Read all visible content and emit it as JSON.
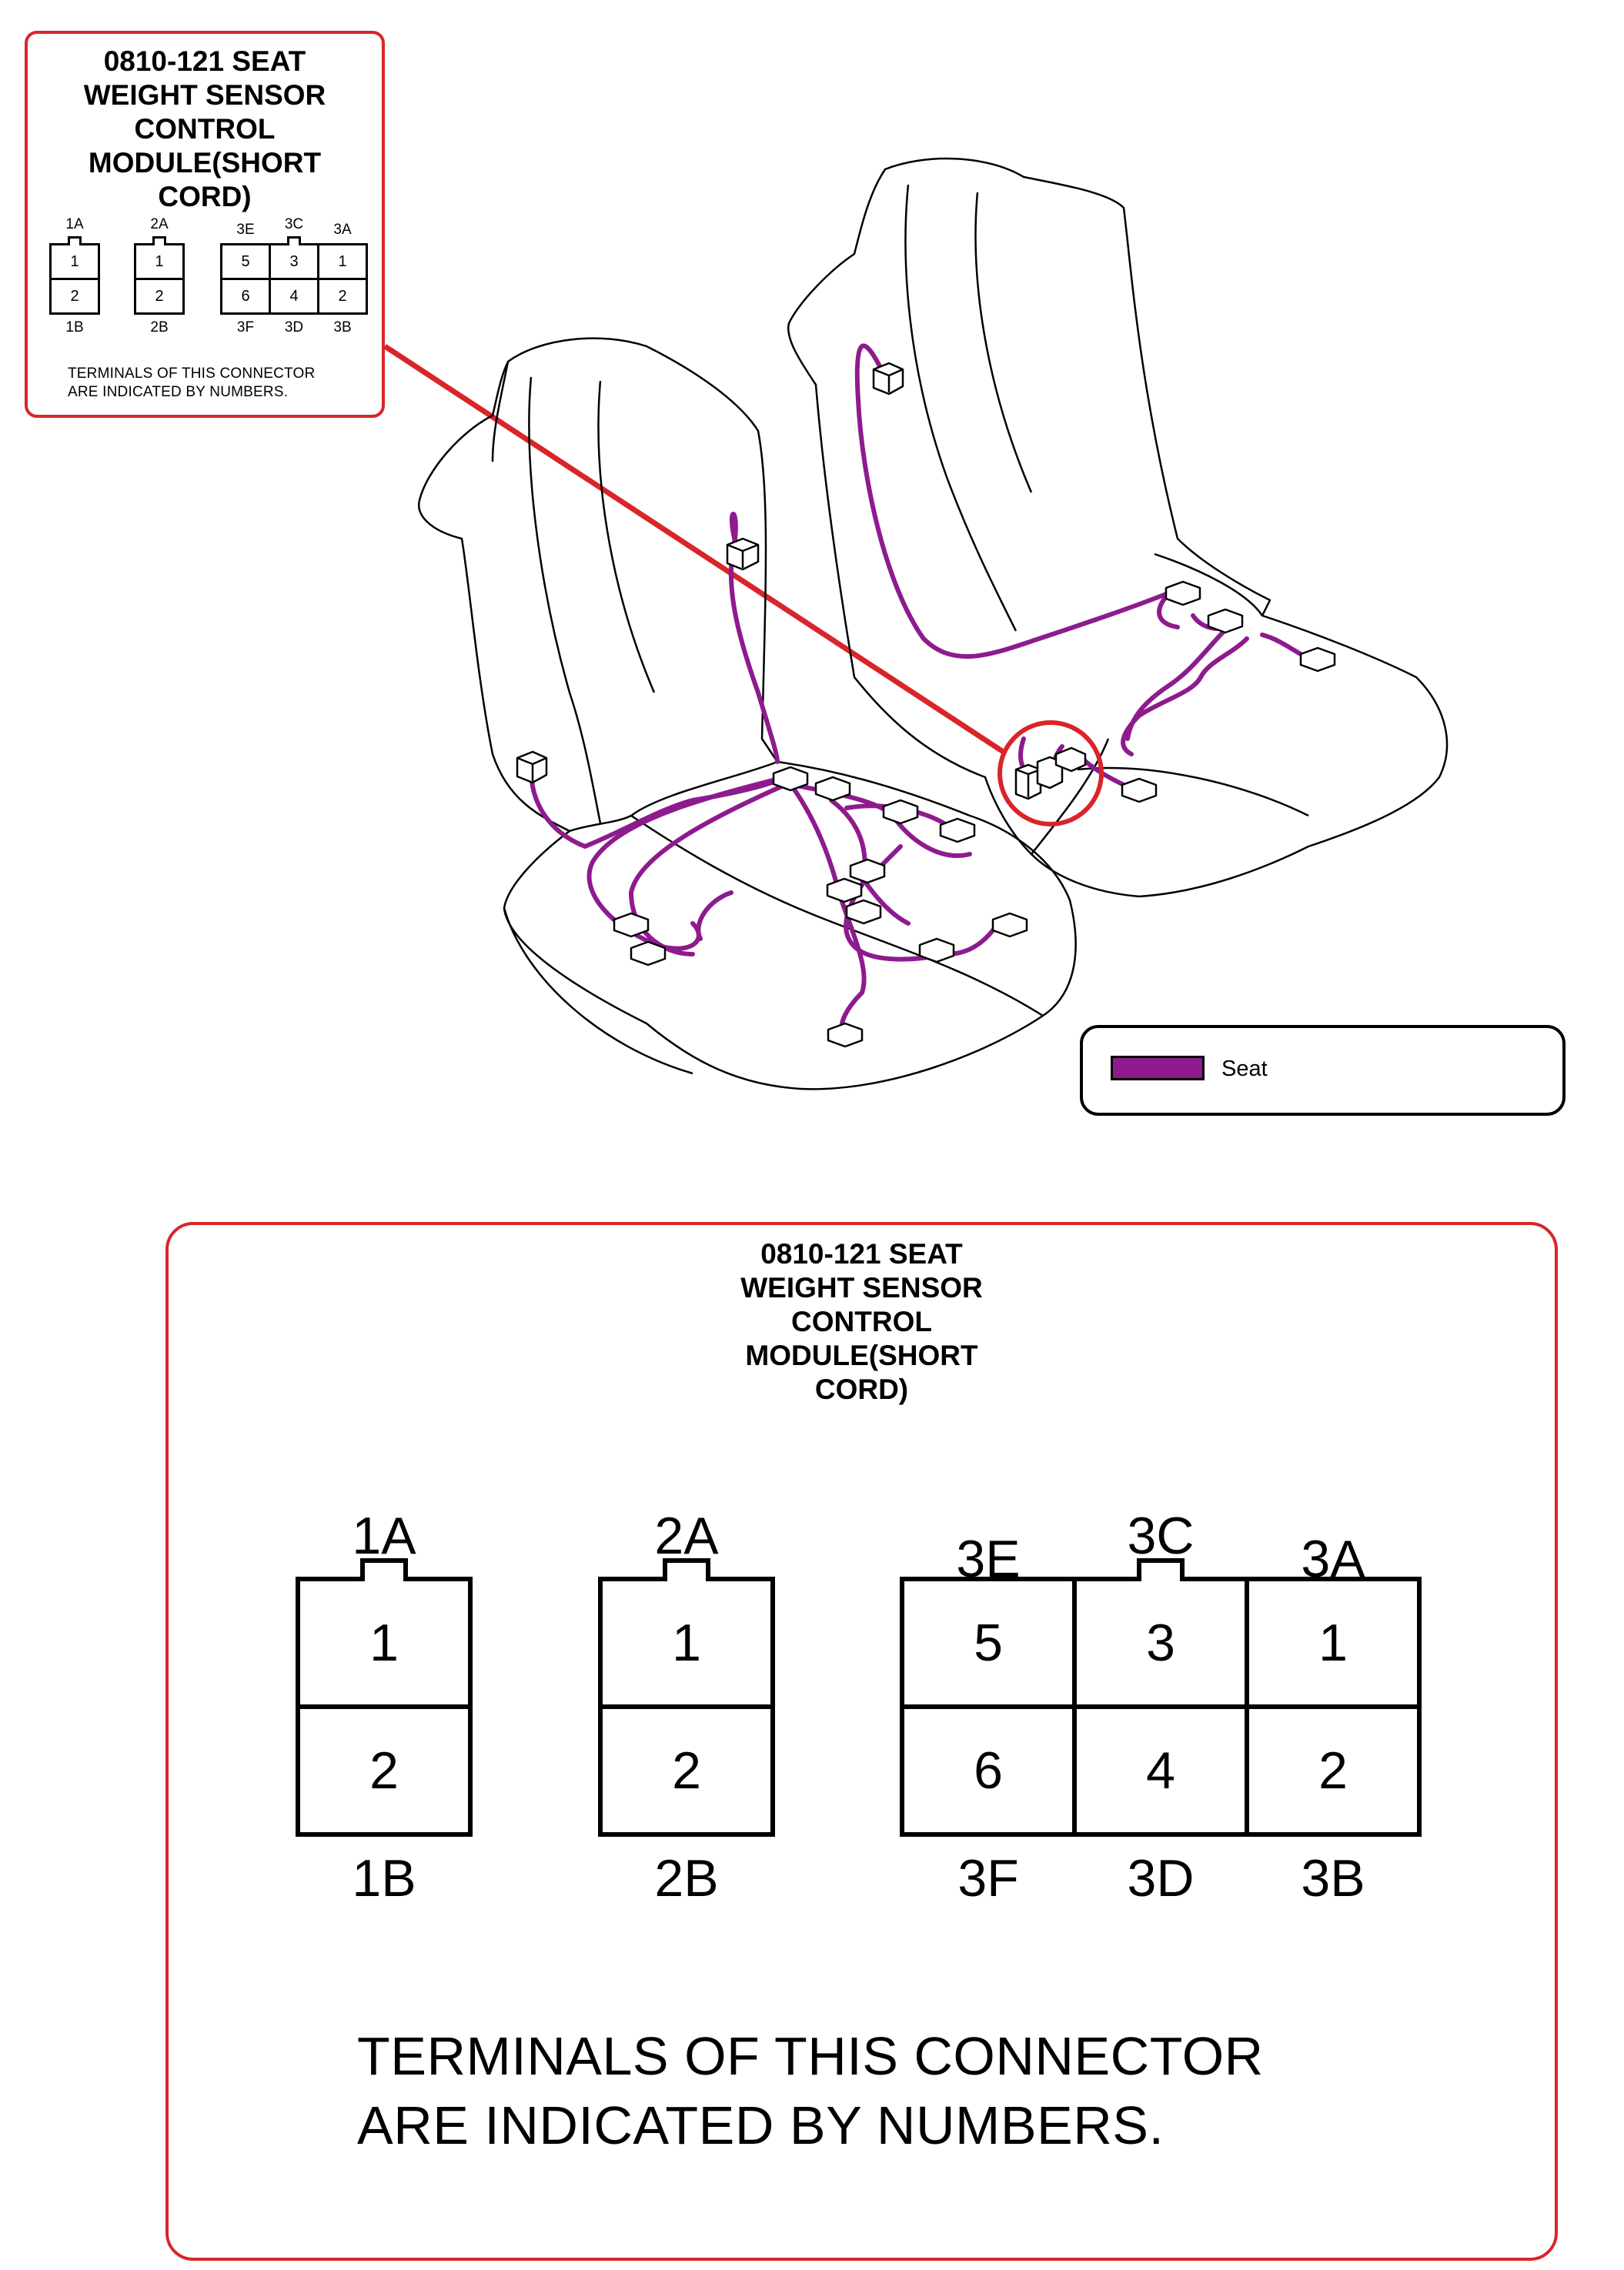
{
  "title": {
    "line1": "0810-121 SEAT",
    "line2": "WEIGHT SENSOR",
    "line3": "CONTROL",
    "line4": "MODULE(SHORT",
    "line5": "CORD)"
  },
  "note": {
    "line1": "TERMINALS OF THIS CONNECTOR",
    "line2": "ARE INDICATED BY NUMBERS."
  },
  "legend": {
    "label": "Seat",
    "color": "#8e1b8e"
  },
  "colors": {
    "callout": "#d9252a",
    "harness": "#8e1b8e",
    "outline": "#000000"
  },
  "connectors": [
    {
      "id": "1",
      "top_label": "1A",
      "bottom_labels": [
        "1B"
      ],
      "top_labels": [
        "1A"
      ],
      "cells": [
        [
          "1"
        ],
        [
          "2"
        ]
      ]
    },
    {
      "id": "2",
      "top_label": "2A",
      "bottom_labels": [
        "2B"
      ],
      "top_labels": [
        "2A"
      ],
      "cells": [
        [
          "1"
        ],
        [
          "2"
        ]
      ]
    },
    {
      "id": "3",
      "top_labels": [
        "3E",
        "3C",
        "3A"
      ],
      "bottom_labels": [
        "3F",
        "3D",
        "3B"
      ],
      "cells": [
        [
          "5",
          "3",
          "1"
        ],
        [
          "6",
          "4",
          "2"
        ]
      ]
    }
  ]
}
